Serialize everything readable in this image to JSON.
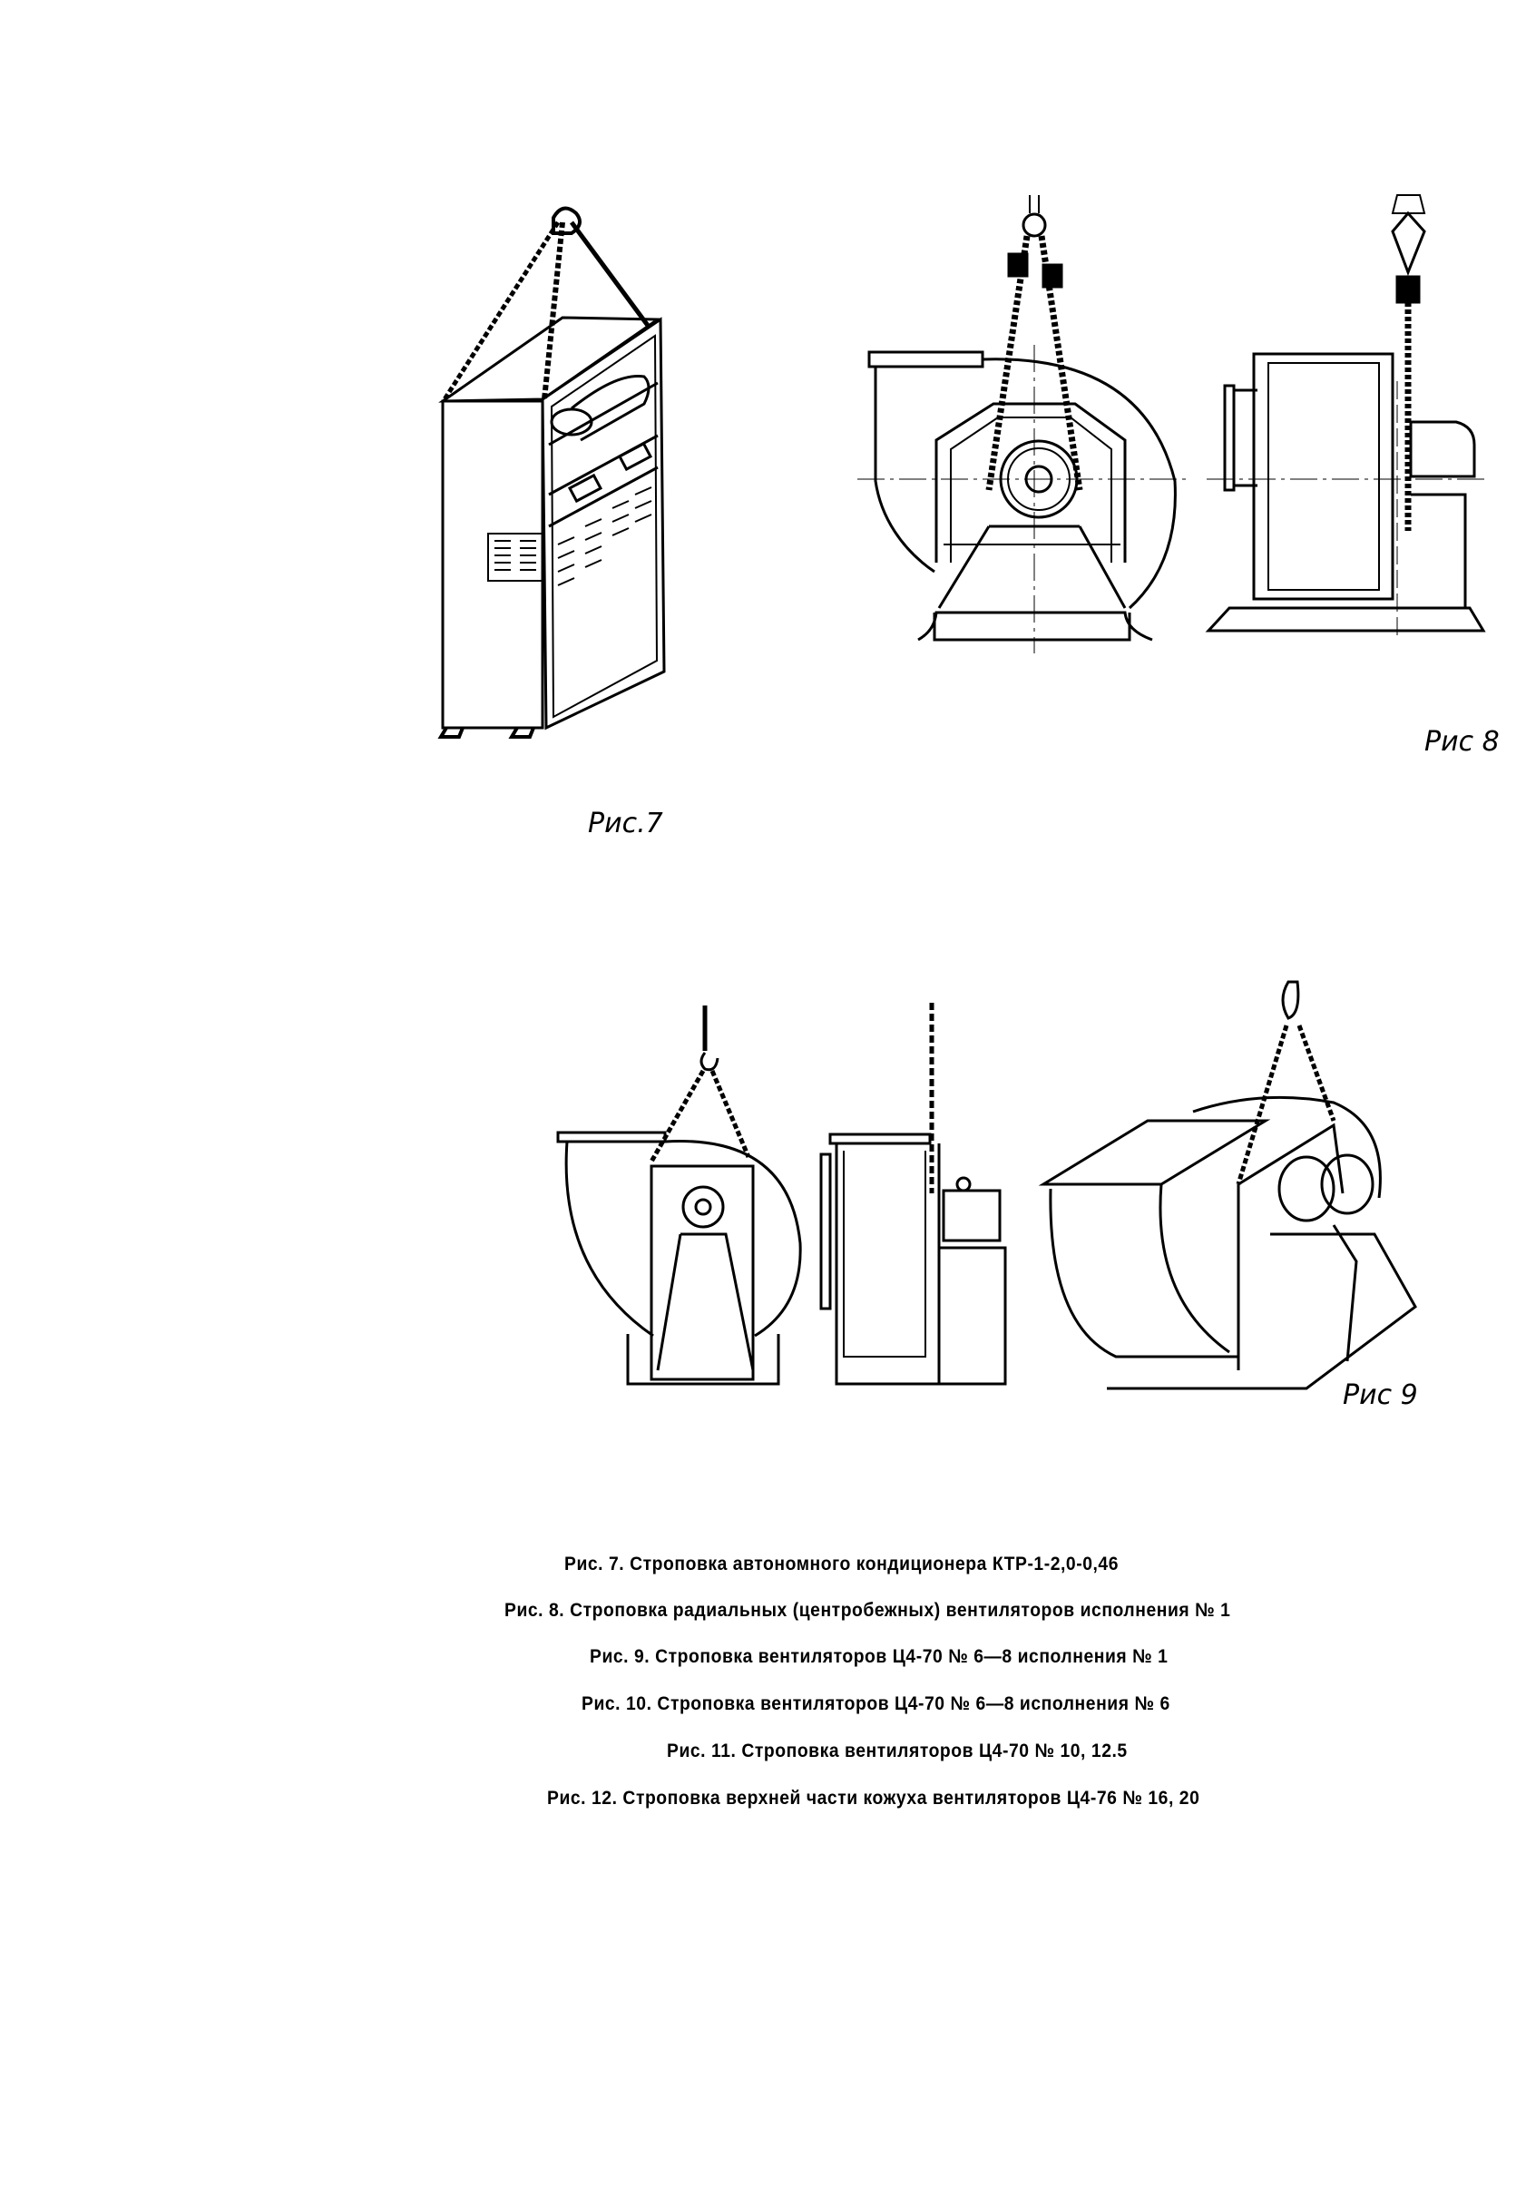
{
  "page": {
    "figures": {
      "fig7": {
        "label": "Рис.7",
        "subject": "autonomous-air-conditioner-rigging"
      },
      "fig8": {
        "label": "Рис 8",
        "subject": "radial-fan-rigging-front-and-side-views"
      },
      "fig9": {
        "label": "Рис 9",
        "subject": "fan-rigging-three-views"
      }
    },
    "captions": [
      "Рис. 7. Строповка автономного кондиционера  КТР-1-2,0-0,46",
      "Рис. 8. Строповка радиальных (центробежных) вентиляторов исполнения № 1",
      "Рис. 9. Строповка вентиляторов Ц4-70 № 6—8 исполнения № 1",
      "Рис. 10. Строповка вентиляторов Ц4-70 № 6—8 исполнения № 6",
      "Рис. 11. Строповка вентиляторов Ц4-70 № 10, 12.5",
      "Рис. 12. Строповка верхней части кожуха вентиляторов Ц4-76 № 16, 20"
    ]
  }
}
